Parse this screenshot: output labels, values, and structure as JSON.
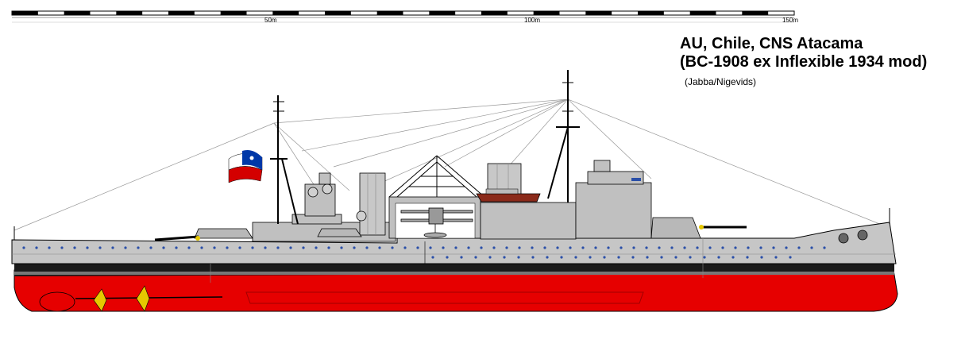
{
  "title_line1": "AU, Chile, CNS Atacama",
  "title_line2": "(BC-1908 ex Inflexible 1934 mod)",
  "credit": "(Jabba/Nigevids)",
  "scale": {
    "labels": [
      "50m",
      "100m",
      "150m"
    ]
  },
  "colors": {
    "hull_upper": "#c6c6c6",
    "hull_lower": "#e60000",
    "boot_top": "#1a1a1a",
    "superstructure": "#c0c0c0",
    "outline": "#000000",
    "propeller": "#e6c800",
    "flag_red": "#d40000",
    "flag_blue": "#0038a8",
    "porthole": "#2a4fa8"
  }
}
